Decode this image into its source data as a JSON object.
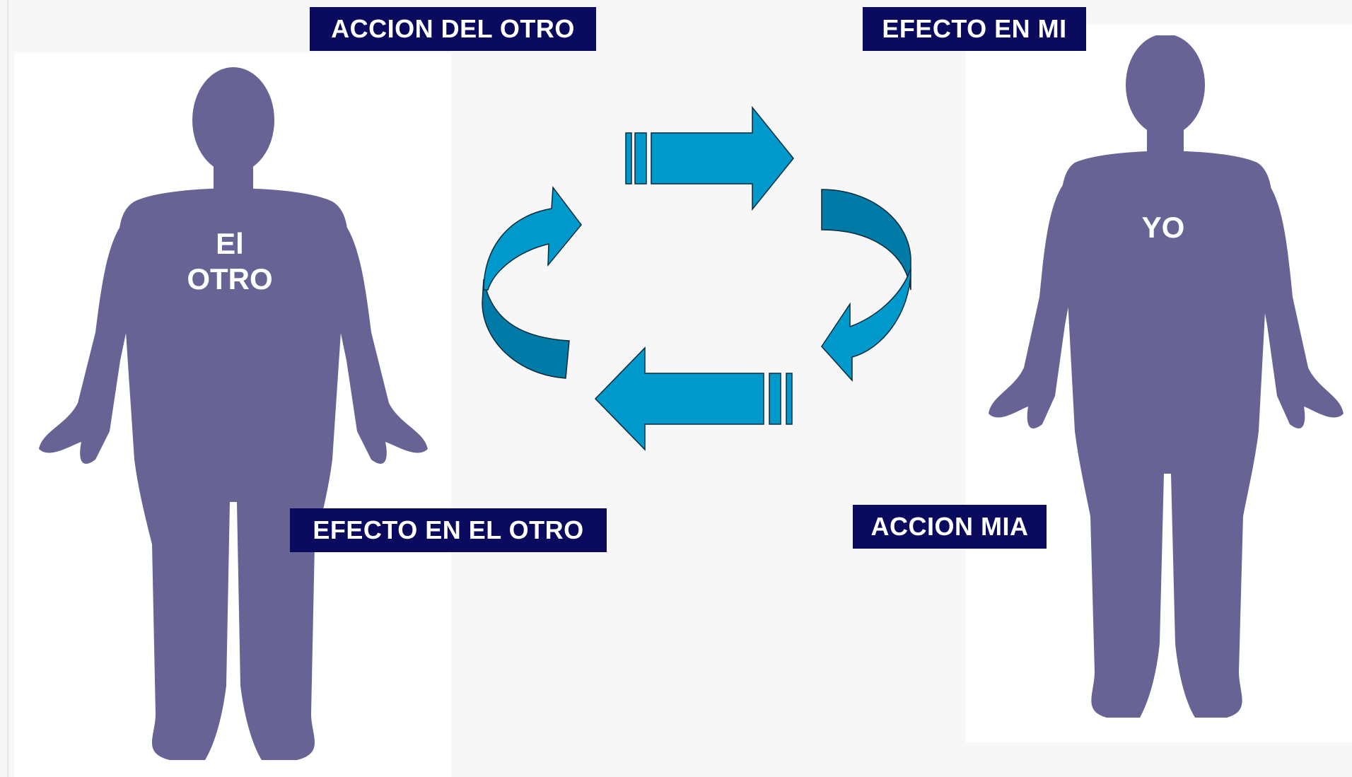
{
  "labels": {
    "accion_del_otro": "ACCION DEL OTRO",
    "efecto_en_mi": "EFECTO EN MI",
    "efecto_en_el_otro": "EFECTO EN EL OTRO",
    "accion_mia": "ACCION MIA"
  },
  "figures": {
    "otro_line1": "El",
    "otro_line2": "OTRO",
    "yo": "YO"
  },
  "colors": {
    "label_bg": "#0a0a5e",
    "silhouette": "#676495",
    "arrow_fill": "#0099cc",
    "arrow_dark": "#007aa6",
    "background": "#f7f7f8"
  },
  "icons": [
    "person-silhouette-icon",
    "right-arrow-icon",
    "left-arrow-icon",
    "curved-arrow-down-icon",
    "curved-arrow-up-icon"
  ]
}
